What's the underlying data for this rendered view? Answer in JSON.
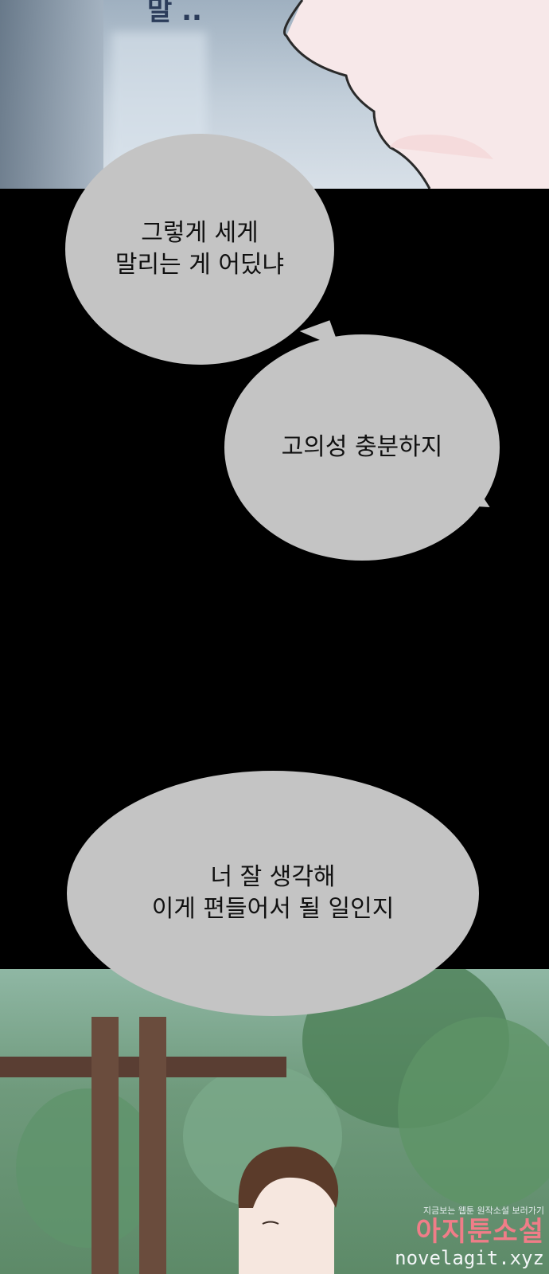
{
  "panels": {
    "top_sfx": "말 ..",
    "bubbles": [
      {
        "lines": [
          "그렇게 세게",
          "말리는 게 어딨냐"
        ]
      },
      {
        "lines": [
          "고의성 충분하지"
        ]
      },
      {
        "lines": [
          "너 잘 생각해",
          "이게 편들어서 될 일인지"
        ]
      }
    ]
  },
  "watermark": {
    "tagline": "지금보는 웹툰 원작소설 보러가기",
    "brand": "아지툰소설",
    "url": "novelagit.xyz"
  },
  "colors": {
    "bubble": "#c4c4c4",
    "band": "#000000",
    "watermark_brand": "#f07d88"
  }
}
